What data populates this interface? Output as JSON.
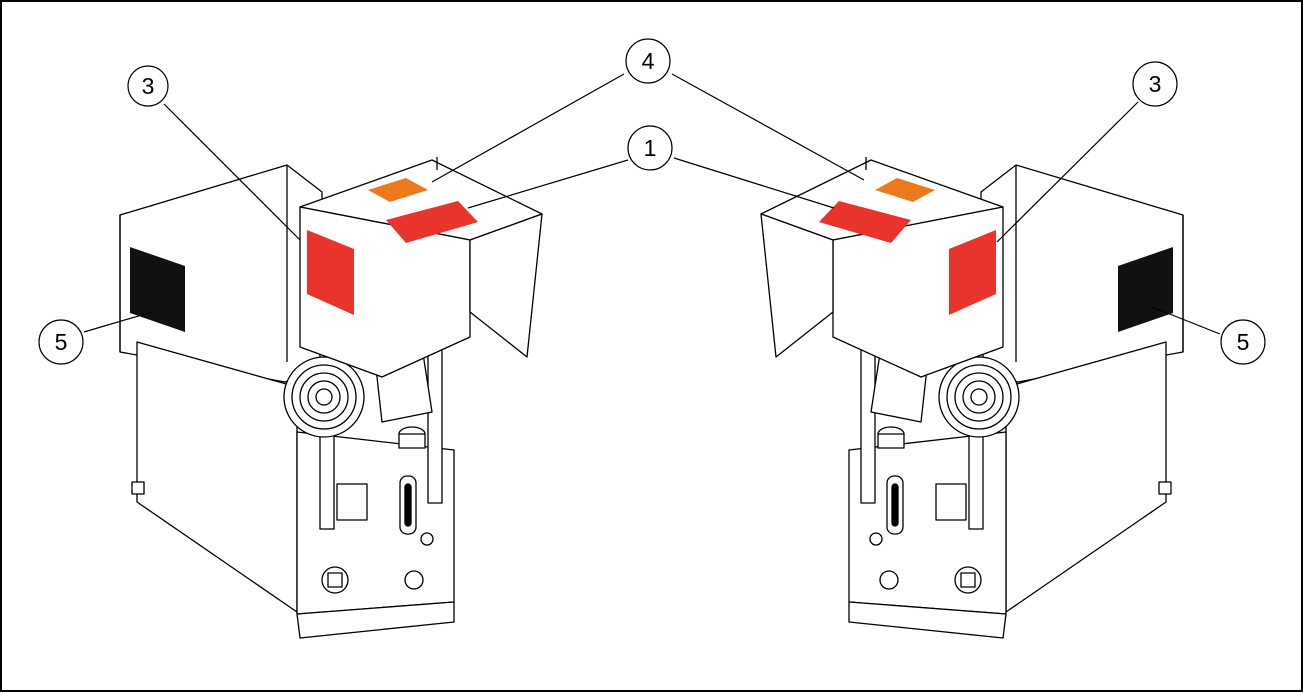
{
  "figure": {
    "callouts": [
      {
        "id": "left-3",
        "number": "3"
      },
      {
        "id": "top-4",
        "number": "4"
      },
      {
        "id": "top-1",
        "number": "1"
      },
      {
        "id": "right-3",
        "number": "3"
      },
      {
        "id": "left-5",
        "number": "5"
      },
      {
        "id": "right-5",
        "number": "5"
      }
    ],
    "colors": {
      "red_label": "#e8342a",
      "orange_label": "#ec7a1c",
      "black_label": "#111111",
      "line": "#000000",
      "body_fill": "#ffffff"
    }
  }
}
